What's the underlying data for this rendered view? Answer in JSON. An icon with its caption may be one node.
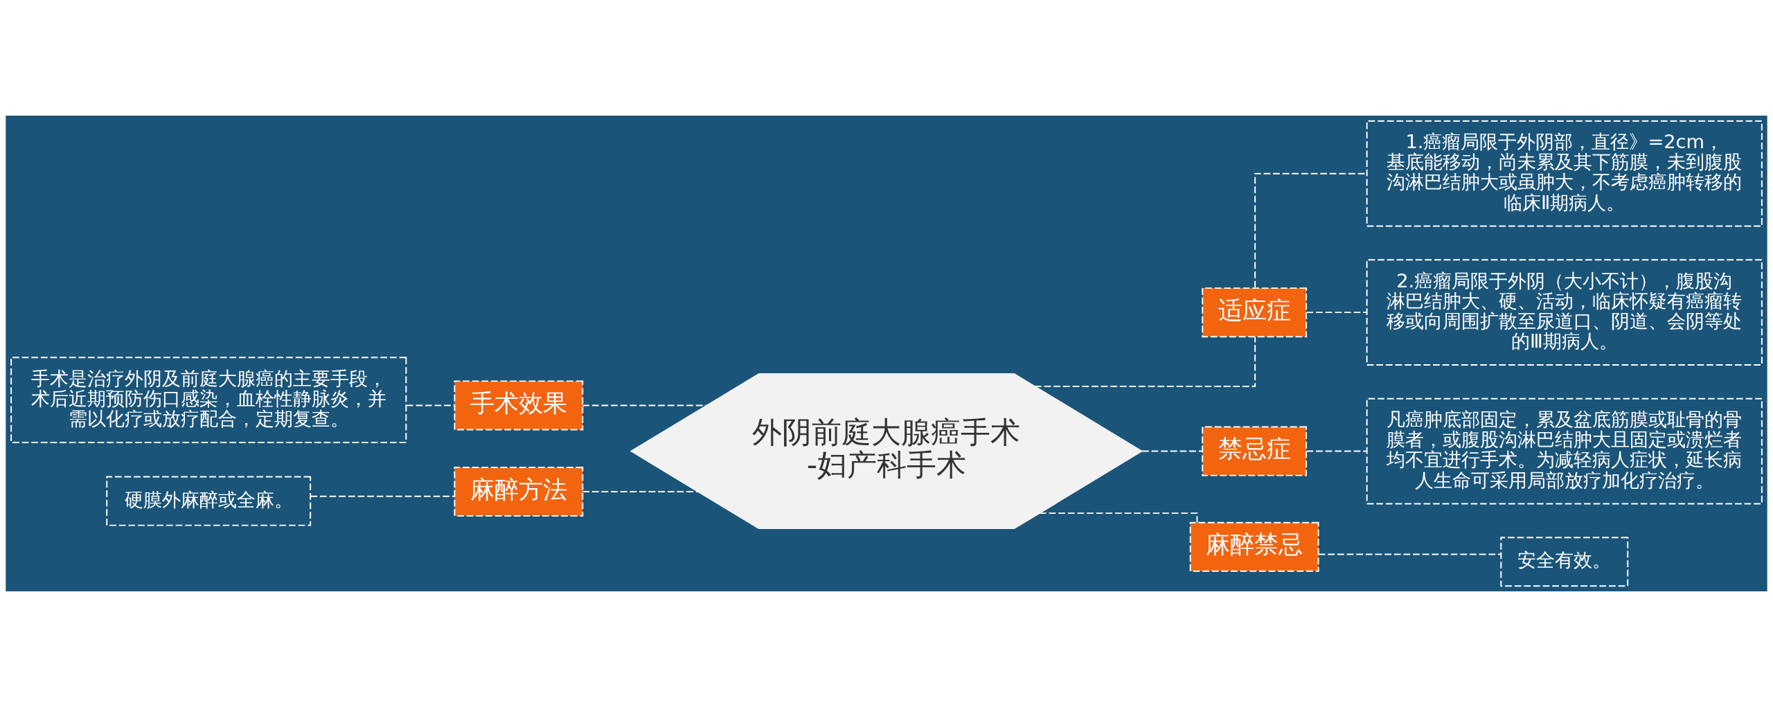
{
  "diagram": {
    "nodes": [
      {
        "text": [
          "外阴前庭大腺癌手术-妇产科手术"
        ]
      },
      {
        "text": [
          "适应症"
        ]
      },
      {
        "text": [
          "1.癌瘤局限于外阴部，直径》=2cm，基底能移动，尚未累及其下筋膜，未到腹股沟淋巴结肿大或虽肿大，不考虑癌肿转移的临床Ⅱ期病人。"
        ]
      },
      {
        "text": [
          "2.癌瘤局限于外阴（大小不计），腹股沟淋巴结肿大、硬、活动，临床怀疑有癌瘤转移或向周围扩散至尿道口、阴道、会阴等处的Ⅲ期病人。"
        ]
      },
      {
        "text": [
          "禁忌症"
        ]
      },
      {
        "text": [
          "凡癌肿底部固定，累及盆底筋膜或耻骨的骨膜者，或腹股沟淋巴结肿大且固定或溃烂者均不宜进行手术。为减轻病人症状，延长病人生命可采用局部放疗加化疗治疗。"
        ]
      },
      {
        "text": [
          "麻醉禁忌"
        ]
      },
      {
        "text": [
          "安全有效。"
        ]
      },
      {
        "text": [
          "手术效果"
        ]
      },
      {
        "text": [
          "手术是治疗外阴及前庭大腺癌的主要手段，术后近期预防伤口感染，血栓性静脉炎，并需以化疗或放疗配合，定期复查。"
        ]
      },
      {
        "text": [
          "麻醉方法"
        ]
      },
      {
        "text": [
          "硬膜外麻醉或全麻。"
        ]
      }
    ],
    "edges": [
      {
        "from": 0,
        "to": 1,
        "arrow": "none",
        "style": "dashed"
      },
      {
        "from": 1,
        "to": 2,
        "arrow": "none",
        "style": "dashed"
      },
      {
        "from": 1,
        "to": 3,
        "arrow": "none",
        "style": "dashed"
      },
      {
        "from": 0,
        "to": 4,
        "arrow": "none",
        "style": "dashed"
      },
      {
        "from": 4,
        "to": 5,
        "arrow": "none",
        "style": "dashed"
      },
      {
        "from": 0,
        "to": 6,
        "arrow": "none",
        "style": "dashed"
      },
      {
        "from": 6,
        "to": 7,
        "arrow": "none",
        "style": "dashed"
      },
      {
        "from": 0,
        "to": 8,
        "arrow": "none",
        "style": "dashed"
      },
      {
        "from": 8,
        "to": 9,
        "arrow": "none",
        "style": "dashed"
      },
      {
        "from": 0,
        "to": 10,
        "arrow": "none",
        "style": "dashed"
      },
      {
        "from": 10,
        "to": 11,
        "arrow": "none",
        "style": "dashed"
      }
    ]
  }
}
